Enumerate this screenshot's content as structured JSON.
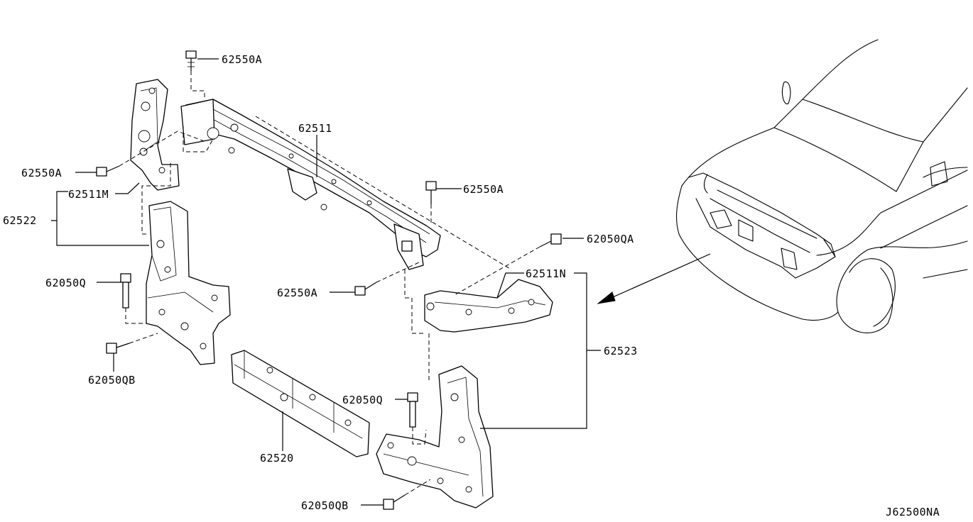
{
  "diagram_code": "J62500NA",
  "callouts": {
    "c_62550A_top": "62550A",
    "c_62511": "62511",
    "c_62550A_left": "62550A",
    "c_62511M": "62511M",
    "c_62522": "62522",
    "c_62550A_right": "62550A",
    "c_62050QA": "62050QA",
    "c_62511N": "62511N",
    "c_62050Q_left": "62050Q",
    "c_62550A_mid": "62550A",
    "c_62523": "62523",
    "c_62050QB_left": "62050QB",
    "c_62050Q_right": "62050Q",
    "c_62520": "62520",
    "c_62050QB_bottom": "62050QB"
  }
}
